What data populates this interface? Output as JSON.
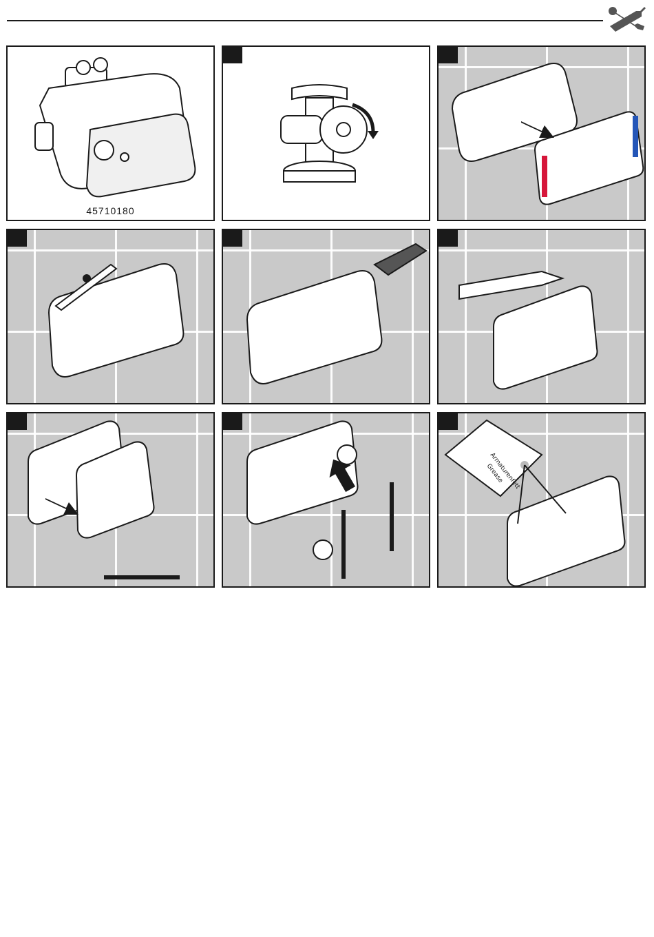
{
  "header": {
    "icon": "wrench-screwdriver-icon"
  },
  "panels": [
    {
      "step": "",
      "caption": "45710180",
      "tiled": false
    },
    {
      "step": "",
      "caption": "",
      "tiled": false
    },
    {
      "step": "",
      "caption": "",
      "tiled": true
    },
    {
      "step": "",
      "caption": "",
      "tiled": true
    },
    {
      "step": "",
      "caption": "",
      "tiled": true
    },
    {
      "step": "",
      "caption": "",
      "tiled": true
    },
    {
      "step": "",
      "caption": "",
      "tiled": true
    },
    {
      "step": "",
      "caption": "",
      "tiled": true
    },
    {
      "step": "",
      "caption": "",
      "tiled": true
    }
  ],
  "grease_label": {
    "line1": "Armaturenfett",
    "line2": "Grease"
  },
  "colors": {
    "hot": "#d6163a",
    "cold": "#2456b8",
    "tile": "#c9c9c9",
    "ink": "#1a1a1a"
  }
}
